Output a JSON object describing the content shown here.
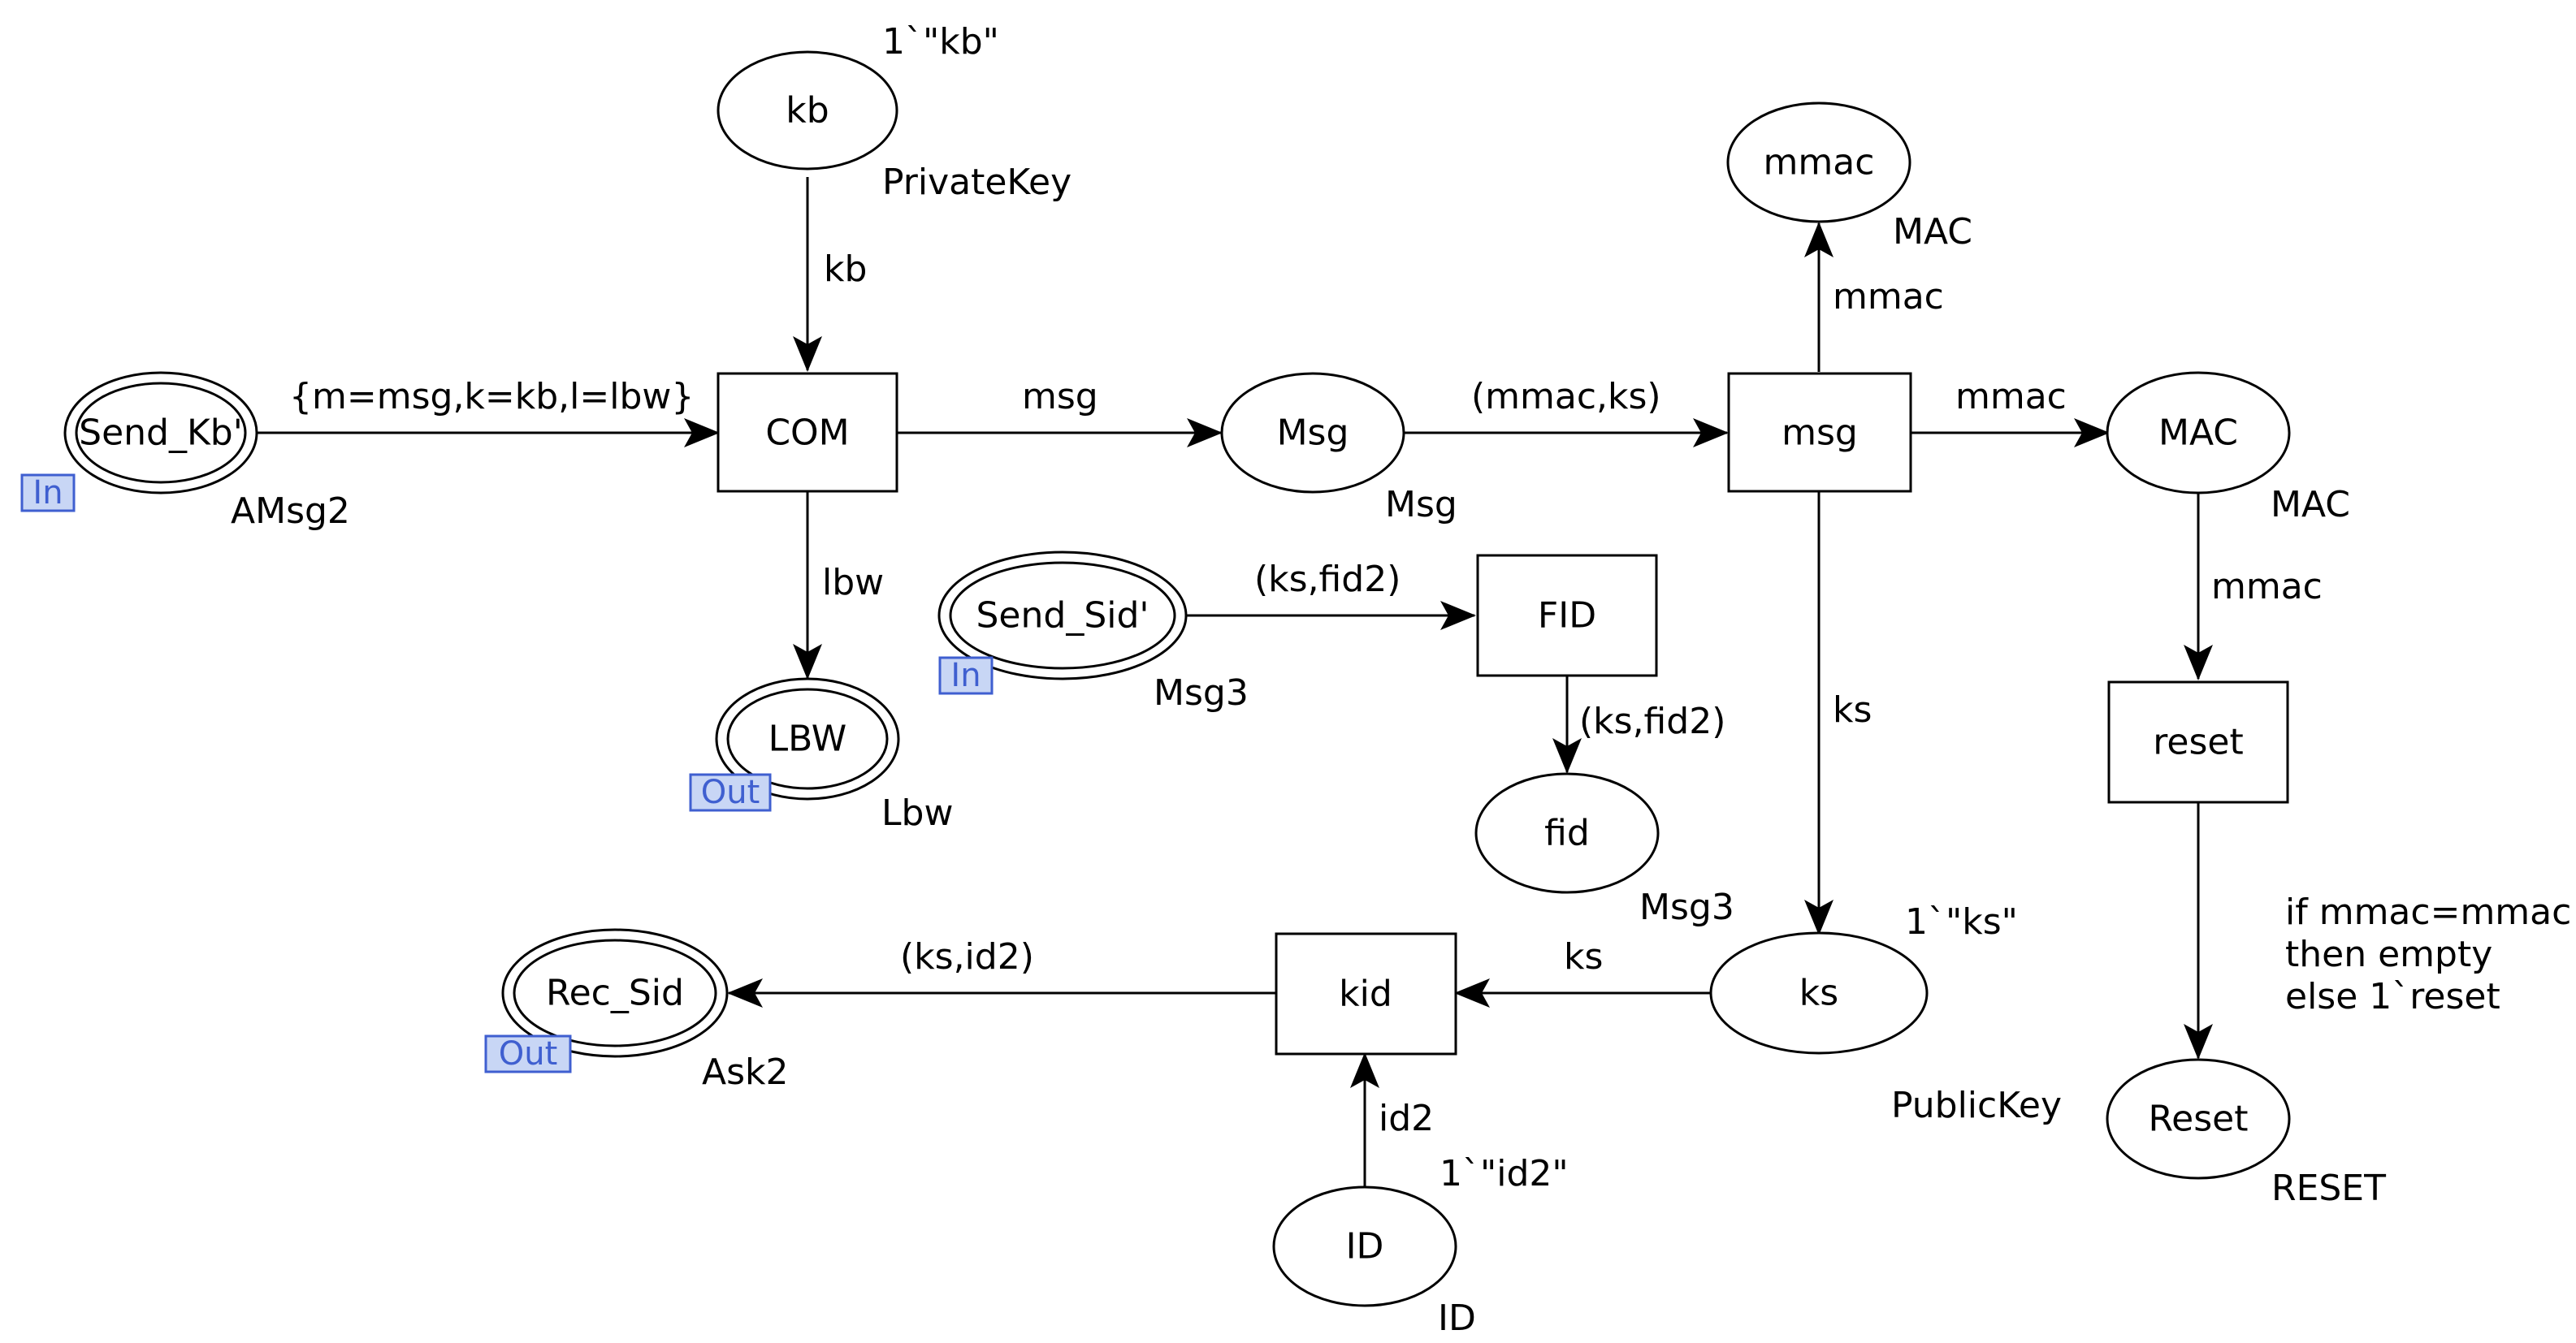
{
  "places": [
    {
      "id": "kb",
      "label": "kb",
      "colorset": "PrivateKey",
      "marking": "1`\"kb\""
    },
    {
      "id": "send_kb",
      "label": "Send_Kb'",
      "colorset": "AMsg2",
      "port": "In"
    },
    {
      "id": "lbw",
      "label": "LBW",
      "colorset": "Lbw",
      "port": "Out"
    },
    {
      "id": "msg_place",
      "label": "Msg",
      "colorset": "Msg"
    },
    {
      "id": "send_sid",
      "label": "Send_Sid'",
      "colorset": "Msg3",
      "port": "In"
    },
    {
      "id": "fid",
      "label": "fid",
      "colorset": "Msg3"
    },
    {
      "id": "mmac",
      "label": "mmac",
      "colorset": "MAC"
    },
    {
      "id": "mac",
      "label": "MAC",
      "colorset": "MAC"
    },
    {
      "id": "ks",
      "label": "ks",
      "colorset": "PublicKey",
      "marking": "1`\"ks\""
    },
    {
      "id": "rec_sid",
      "label": "Rec_Sid",
      "colorset": "Ask2",
      "port": "Out"
    },
    {
      "id": "id",
      "label": "ID",
      "colorset": "ID",
      "marking": "1`\"id2\""
    },
    {
      "id": "reset_place",
      "label": "Reset",
      "colorset": "RESET"
    }
  ],
  "transitions": [
    {
      "id": "com",
      "label": "COM"
    },
    {
      "id": "fid_t",
      "label": "FID"
    },
    {
      "id": "msg_t",
      "label": "msg"
    },
    {
      "id": "reset_t",
      "label": "reset"
    },
    {
      "id": "kid",
      "label": "kid"
    }
  ],
  "arcs": [
    {
      "id": "kb_com",
      "from": "kb",
      "to": "com",
      "inscription": "kb"
    },
    {
      "id": "sendkb_com",
      "from": "send_kb",
      "to": "com",
      "inscription": "{m=msg,k=kb,l=lbw}"
    },
    {
      "id": "com_msg",
      "from": "com",
      "to": "msg_place",
      "inscription": "msg"
    },
    {
      "id": "com_lbw",
      "from": "com",
      "to": "lbw",
      "inscription": "lbw"
    },
    {
      "id": "msgp_msgt",
      "from": "msg_place",
      "to": "msg_t",
      "inscription": "(mmac,ks)"
    },
    {
      "id": "msgt_mmac",
      "from": "msg_t",
      "to": "mmac",
      "inscription": "mmac"
    },
    {
      "id": "msgt_mac",
      "from": "msg_t",
      "to": "mac",
      "inscription": "mmac"
    },
    {
      "id": "msgt_ks",
      "from": "msg_t",
      "to": "ks",
      "inscription": "ks"
    },
    {
      "id": "sendsid_fid",
      "from": "send_sid",
      "to": "fid_t",
      "inscription": "(ks,fid2)"
    },
    {
      "id": "fidt_fid",
      "from": "fid_t",
      "to": "fid",
      "inscription": "(ks,fid2)"
    },
    {
      "id": "mac_reset",
      "from": "mac",
      "to": "reset_t",
      "inscription": "mmac"
    },
    {
      "id": "reset_resetp",
      "from": "reset_t",
      "to": "reset_place",
      "inscription_lines": [
        "if mmac=mmac",
        "then empty",
        "else 1`reset"
      ]
    },
    {
      "id": "ks_kid",
      "from": "ks",
      "to": "kid",
      "inscription": "ks"
    },
    {
      "id": "kid_recsid",
      "from": "kid",
      "to": "rec_sid",
      "inscription": "(ks,id2)"
    },
    {
      "id": "id_kid",
      "from": "id",
      "to": "kid",
      "inscription": "id2"
    }
  ]
}
